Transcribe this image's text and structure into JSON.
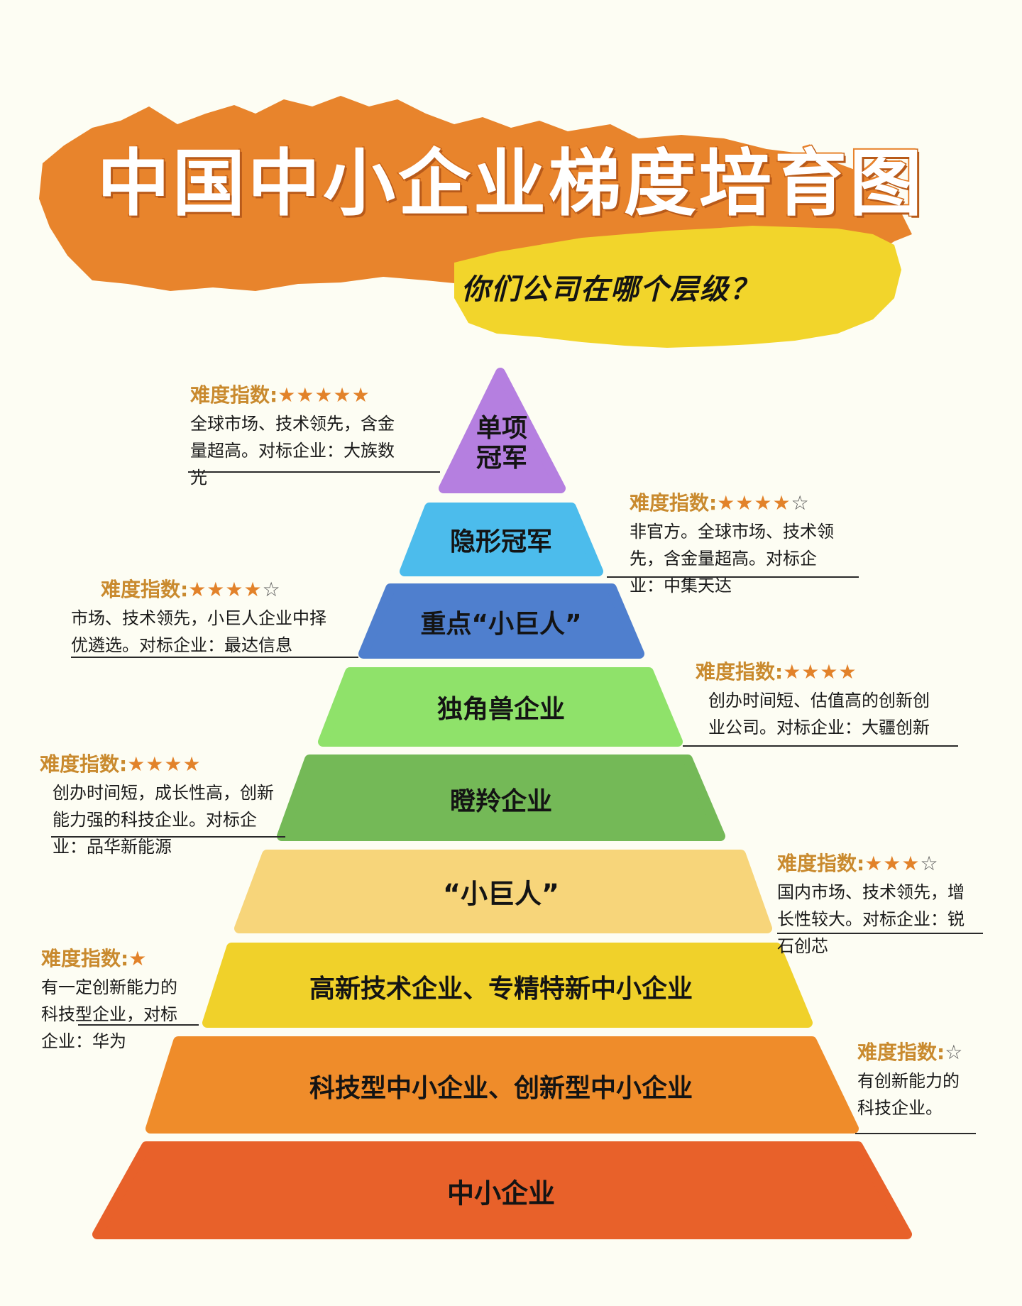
{
  "header": {
    "title": "中国中小企业梯度培育图",
    "subtitle": "你们公司在哪个层级？",
    "colors": {
      "brush_orange": "#e8842c",
      "brush_yellow": "#f2d52b",
      "title_text": "#ffffff"
    }
  },
  "pyramid": {
    "tiers": [
      {
        "label": "单项\n冠军",
        "color": "#b57fe0"
      },
      {
        "label": "隐形冠军",
        "color": "#4cbcec"
      },
      {
        "label": "重点“小巨人”",
        "color": "#4f7fce"
      },
      {
        "label": "独角兽企业",
        "color": "#8fe26a"
      },
      {
        "label": "瞪羚企业",
        "color": "#74b957"
      },
      {
        "label": "“小巨人”",
        "color": "#f7d57a"
      },
      {
        "label": "高新技术企业、专精特新中小企业",
        "color": "#f0d12a"
      },
      {
        "label": "科技型中小企业、创新型中小企业",
        "color": "#ef8c2a"
      },
      {
        "label": "中小企业",
        "color": "#e8612a"
      }
    ]
  },
  "annotations": [
    {
      "tier": "单项冠军",
      "label": "难度指数:",
      "stars_filled": 5,
      "stars_empty": 0,
      "stars": "★★★★★",
      "empty": "",
      "text": "全球市场、技术领先，含金\n量超高。对标企业：大族数\n光"
    },
    {
      "tier": "隐形冠军",
      "label": "难度指数:",
      "stars_filled": 4,
      "stars_empty": 1,
      "stars": "★★★★",
      "empty": "☆",
      "text": "非官方。全球市场、技术领\n先，含金量超高。对标企\n业：中集天达"
    },
    {
      "tier": "重点小巨人",
      "label": "难度指数:",
      "stars_filled": 4,
      "stars_empty": 1,
      "stars": "★★★★",
      "empty": "☆",
      "text": "市场、技术领先，小巨人企业中择\n优遴选。对标企业：最达信息"
    },
    {
      "tier": "独角兽企业",
      "label": "难度指数:",
      "stars_filled": 4,
      "stars_empty": 0,
      "stars": "★★★★",
      "empty": "",
      "text": "创办时间短、估值高的创新创\n业公司。对标企业：大疆创新"
    },
    {
      "tier": "瞪羚企业",
      "label": "难度指数:",
      "stars_filled": 4,
      "stars_empty": 0,
      "stars": "★★★★",
      "empty": "",
      "text": "创办时间短，成长性高，创新\n能力强的科技企业。对标企\n业：品华新能源"
    },
    {
      "tier": "小巨人",
      "label": "难度指数:",
      "stars_filled": 3,
      "stars_empty": 1,
      "stars": "★★★",
      "empty": "☆",
      "text": "国内市场、技术领先，增\n长性较大。对标企业：锐\n石创芯"
    },
    {
      "tier": "高新技术企业、专精特新中小企业",
      "label": "难度指数:",
      "stars_filled": 1,
      "stars_empty": 0,
      "stars": "★",
      "empty": "",
      "text": "有一定创新能力的\n科技型企业，对标\n企业：华为"
    },
    {
      "tier": "科技型中小企业、创新型中小企业",
      "label": "难度指数:",
      "stars_filled": 0,
      "stars_empty": 1,
      "stars": "",
      "empty": "☆",
      "text": "有创新能力的\n科技企业。"
    }
  ]
}
